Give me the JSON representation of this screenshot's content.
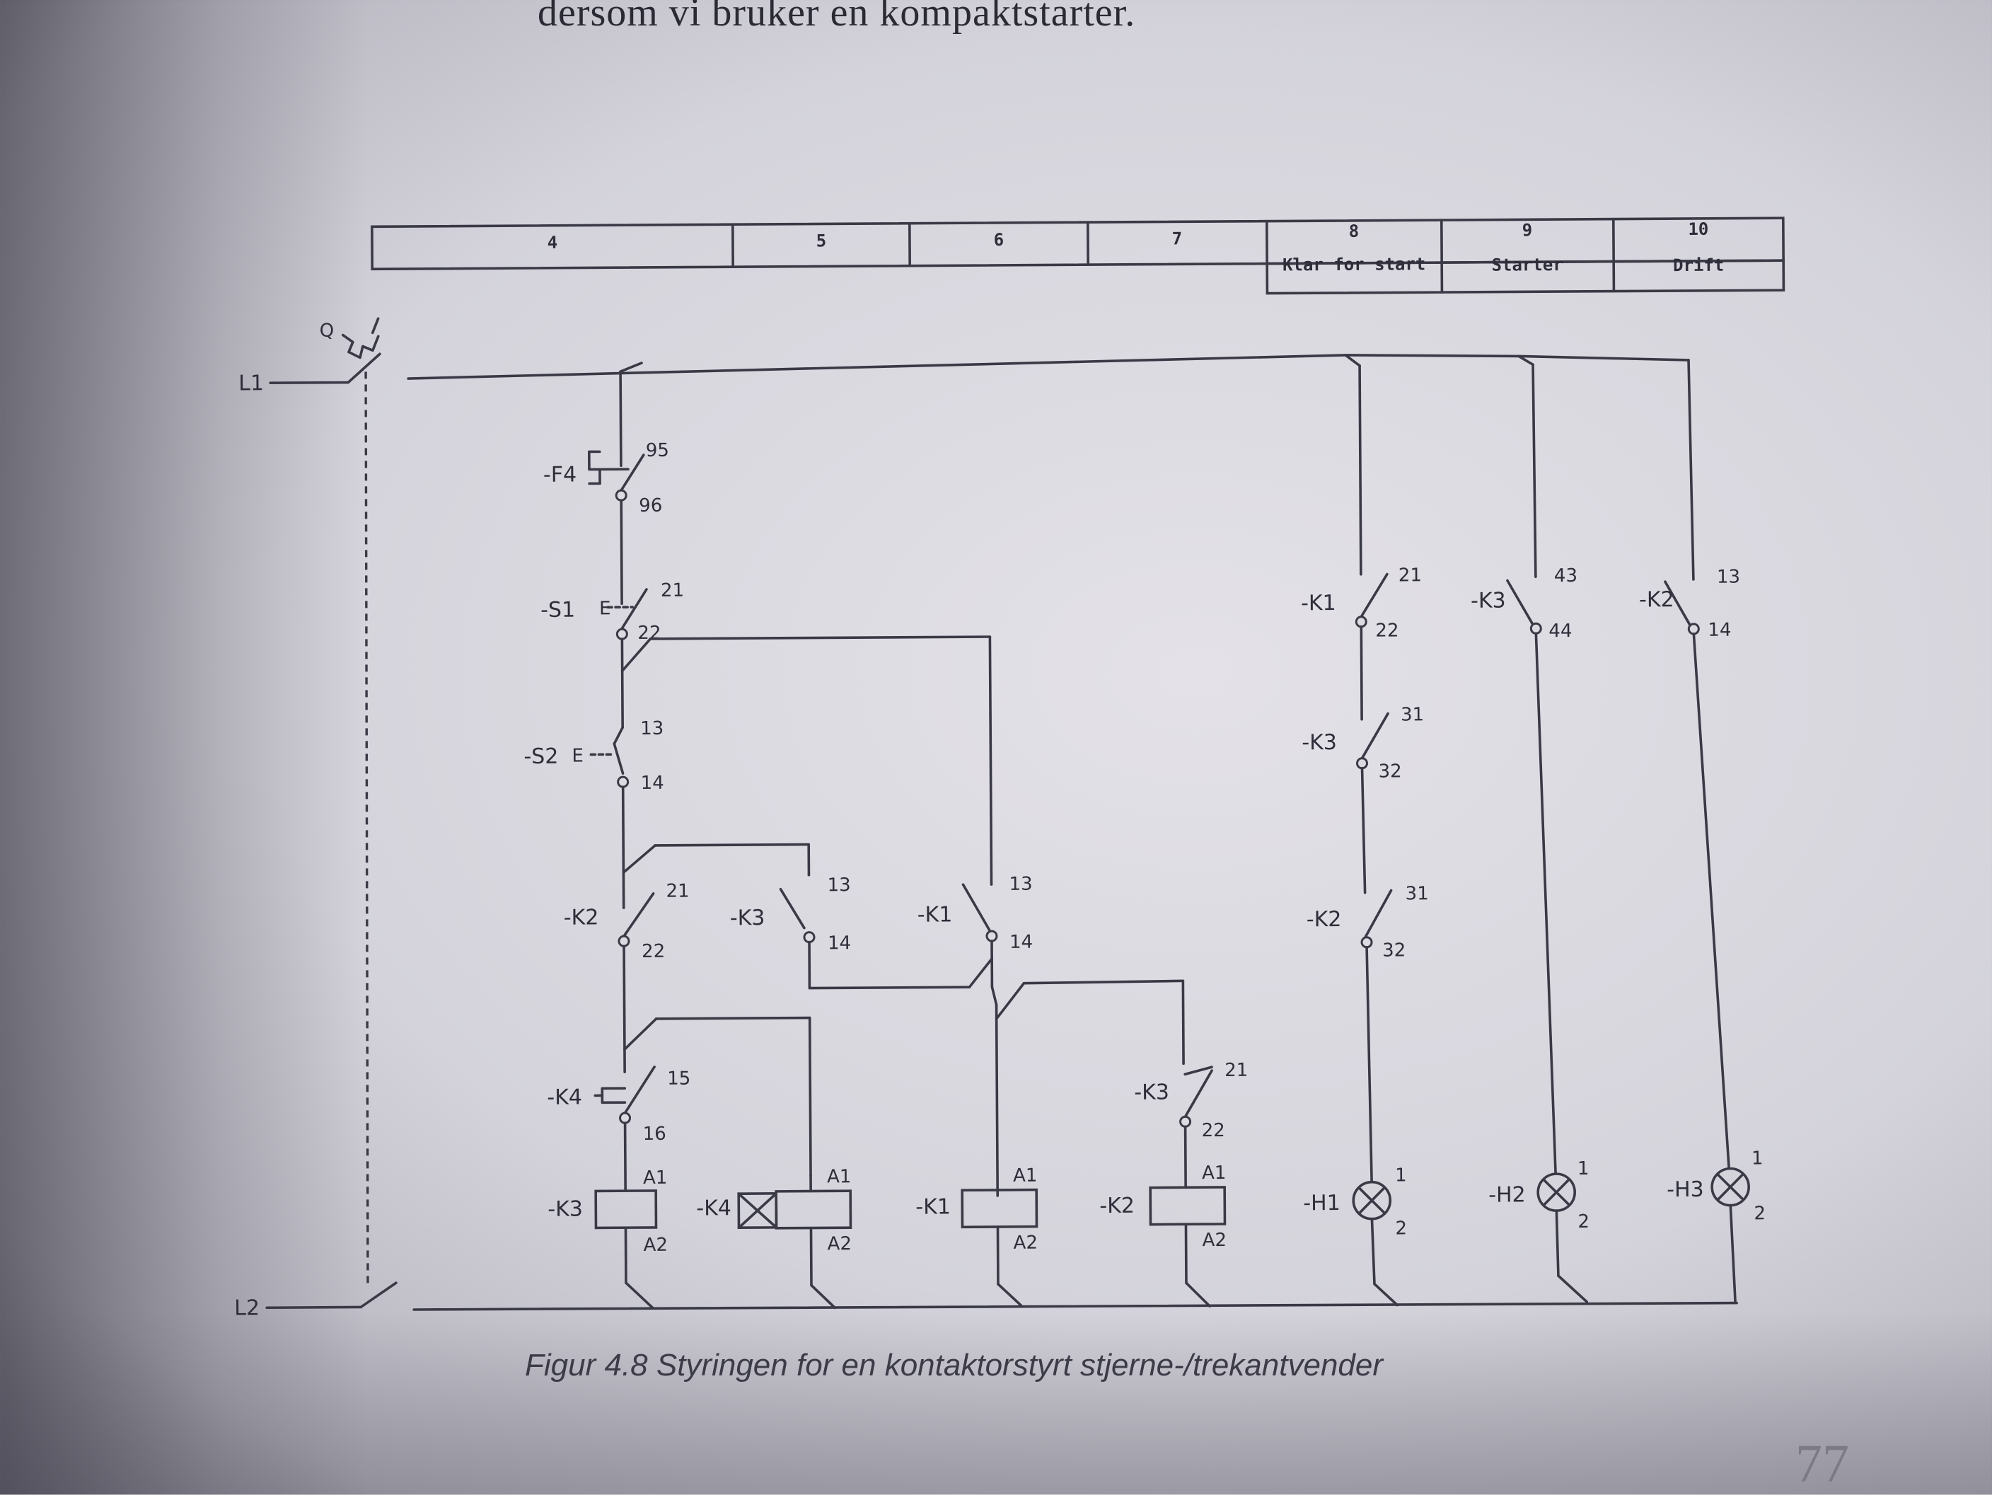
{
  "intro_text": "dersom vi bruker en kompaktstarter.",
  "header_columns": [
    {
      "num": "4",
      "desc": ""
    },
    {
      "num": "5",
      "desc": ""
    },
    {
      "num": "6",
      "desc": ""
    },
    {
      "num": "7",
      "desc": ""
    },
    {
      "num": "8",
      "desc": "Klar for start"
    },
    {
      "num": "9",
      "desc": "Starter"
    },
    {
      "num": "10",
      "desc": "Drift"
    }
  ],
  "lines": {
    "l1": "L1",
    "l2": "L2",
    "switch": "Q"
  },
  "components": {
    "f4": {
      "name": "-F4",
      "t1": "95",
      "t2": "96"
    },
    "s1": {
      "name": "-S1",
      "actuator": "E",
      "t1": "21",
      "t2": "22"
    },
    "s2": {
      "name": "-S2",
      "actuator": "E",
      "t1": "13",
      "t2": "14"
    },
    "k2_nc": {
      "name": "-K2",
      "t1": "21",
      "t2": "22"
    },
    "k3_no": {
      "name": "-K3",
      "t1": "13",
      "t2": "14"
    },
    "k1_no": {
      "name": "-K1",
      "t1": "13",
      "t2": "14"
    },
    "k4_timer": {
      "name": "-K4",
      "t1": "15",
      "t2": "16"
    },
    "k3_nc": {
      "name": "-K3",
      "t1": "21",
      "t2": "22"
    },
    "k1_nc_lamp": {
      "name": "-K1",
      "t1": "21",
      "t2": "22"
    },
    "k3_nc_lamp": {
      "name": "-K3",
      "t1": "31",
      "t2": "32"
    },
    "k2_nc_lamp": {
      "name": "-K2",
      "t1": "31",
      "t2": "32"
    },
    "k3_no_lamp": {
      "name": "-K3",
      "t1": "43",
      "t2": "44"
    },
    "k2_no_lamp": {
      "name": "-K2",
      "t1": "13",
      "t2": "14"
    }
  },
  "coils": [
    {
      "name": "-K3",
      "a1": "A1",
      "a2": "A2"
    },
    {
      "name": "-K4",
      "a1": "A1",
      "a2": "A2"
    },
    {
      "name": "-K1",
      "a1": "A1",
      "a2": "A2"
    },
    {
      "name": "-K2",
      "a1": "A1",
      "a2": "A2"
    }
  ],
  "lamps": [
    {
      "name": "-H1",
      "t1": "1",
      "t2": "2"
    },
    {
      "name": "-H2",
      "t1": "1",
      "t2": "2"
    },
    {
      "name": "-H3",
      "t1": "1",
      "t2": "2"
    }
  ],
  "caption": "Figur 4.8 Styringen for en kontaktorstyrt stjerne-/trekantvender",
  "page_number": "77"
}
